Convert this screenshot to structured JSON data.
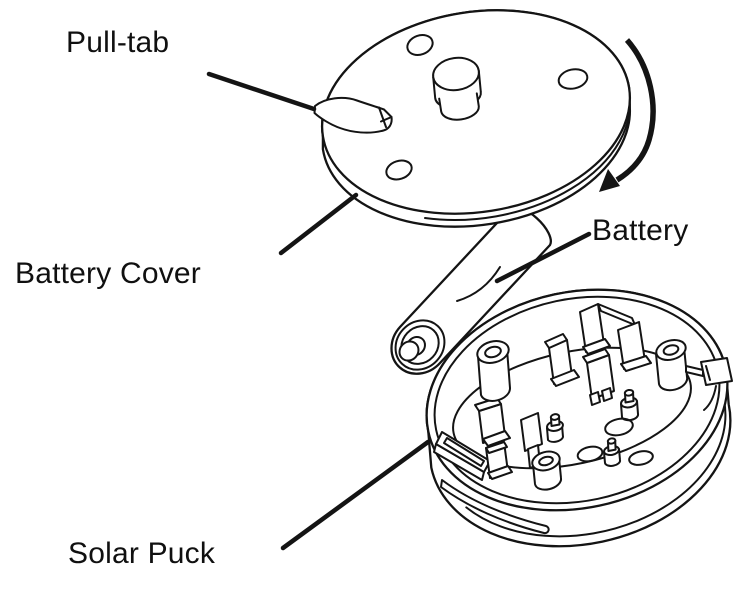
{
  "diagram": {
    "background_color": "#ffffff",
    "line_color": "#141414",
    "labels": {
      "pull_tab": "Pull-tab",
      "battery_cover": "Battery Cover",
      "battery": "Battery",
      "solar_puck": "Solar Puck"
    },
    "annotations": {
      "rotation_arrow_direction": "clockwise"
    }
  }
}
